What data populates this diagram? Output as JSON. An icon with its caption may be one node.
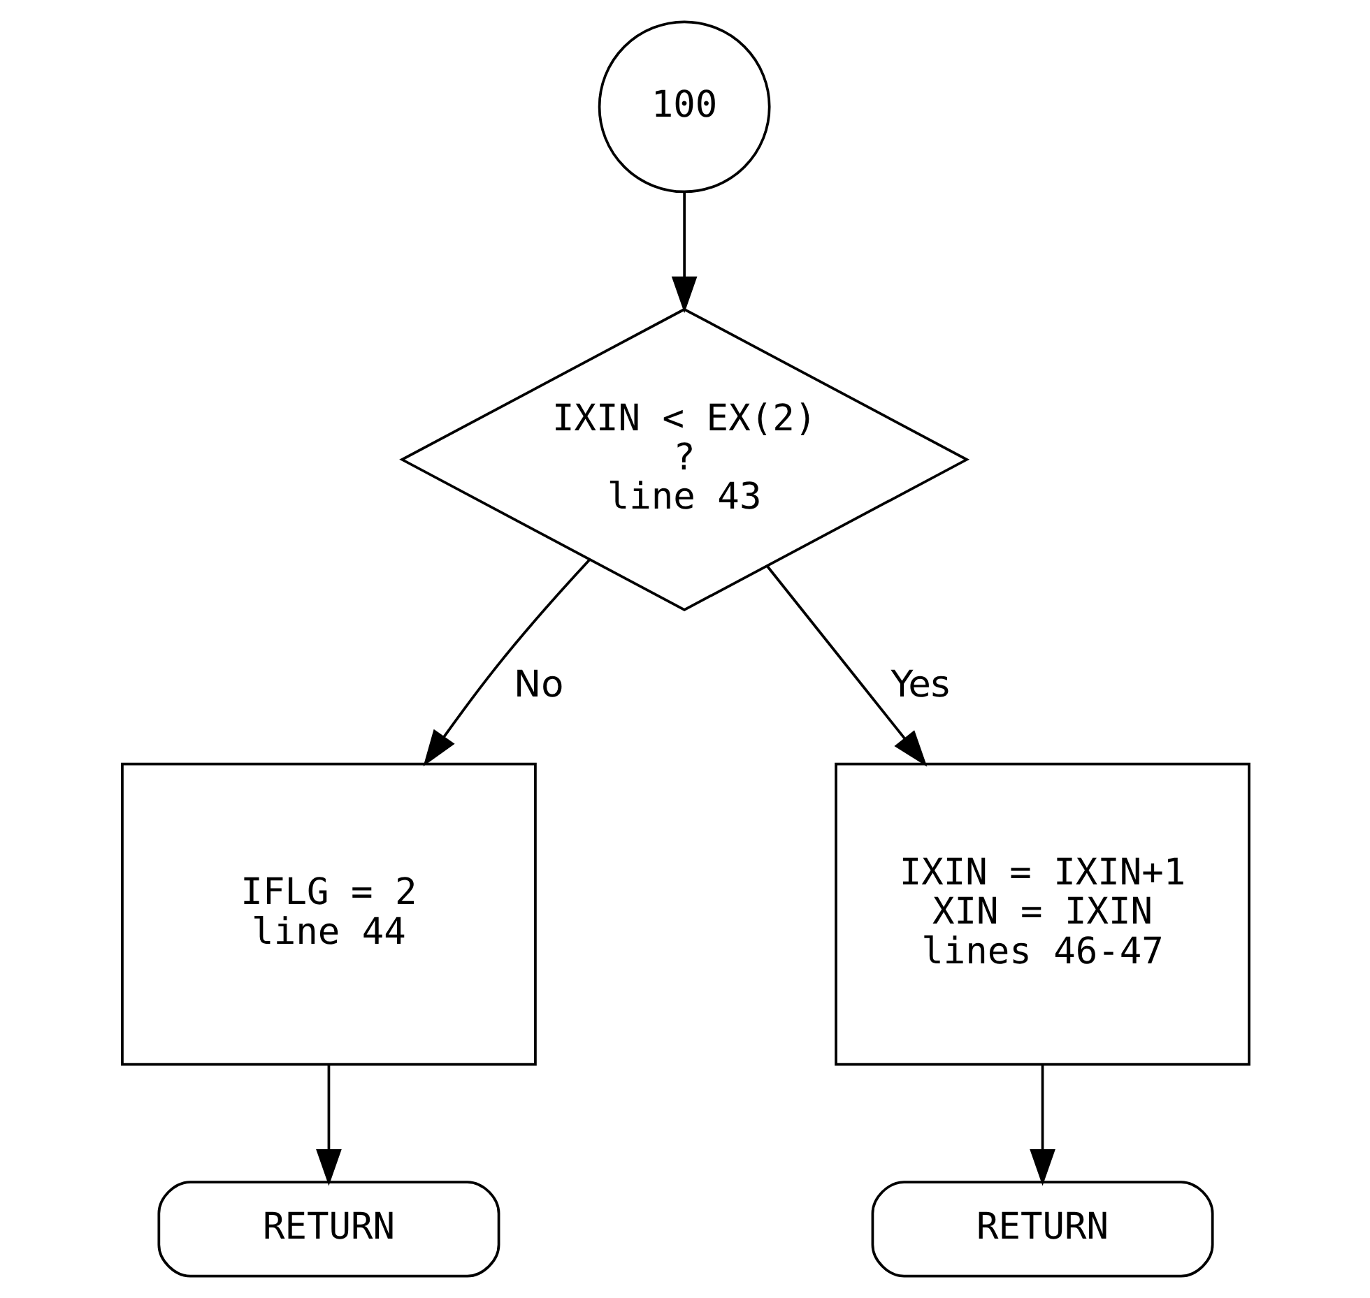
{
  "diagram": {
    "nodes": [
      {
        "text": [
          "100"
        ]
      },
      {
        "text": [
          "IXIN < EX(2) ? line 43"
        ]
      },
      {
        "text": [
          "IFLG = 2 line 44"
        ]
      },
      {
        "text": [
          "IXIN = IXIN+1 XIN = IXIN lines 46-47"
        ]
      },
      {
        "text": [
          "RETURN"
        ]
      },
      {
        "text": [
          "RETURN"
        ]
      }
    ],
    "edges": [
      {
        "from": 0,
        "to": 1,
        "arrow": "to"
      },
      {
        "from": 1,
        "to": 2,
        "arrow": "to",
        "label": "No"
      },
      {
        "from": 1,
        "to": 3,
        "arrow": "to",
        "label": "Yes"
      },
      {
        "from": 2,
        "to": 4,
        "arrow": "to"
      },
      {
        "from": 3,
        "to": 5,
        "arrow": "to"
      }
    ]
  }
}
